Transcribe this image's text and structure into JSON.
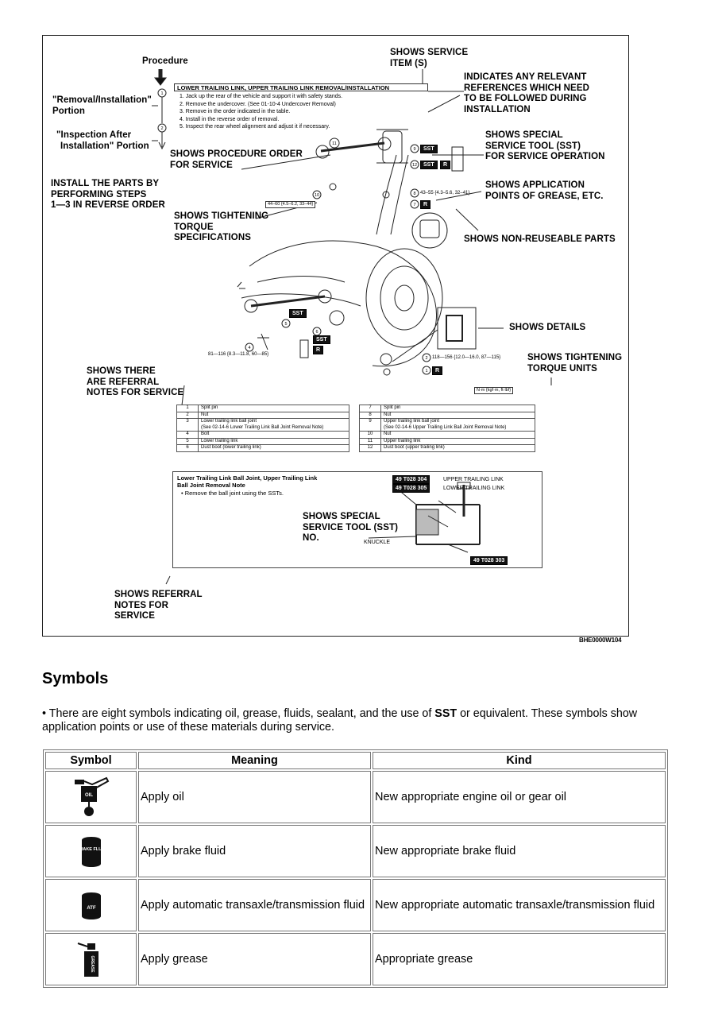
{
  "figure": {
    "callouts": {
      "procedure": "Procedure",
      "removal_installation": [
        "\"Removal/Installation\"",
        "Portion"
      ],
      "inspection_after": [
        "\"Inspection After",
        "Installation\" Portion"
      ],
      "install_reverse": [
        "INSTALL THE PARTS BY",
        "PERFORMING STEPS",
        "1—3 IN REVERSE ORDER"
      ],
      "shows_service_item": [
        "SHOWS SERVICE",
        "ITEM (S)"
      ],
      "indicates_references": [
        "INDICATES ANY RELEVANT",
        "REFERENCES WHICH NEED",
        "TO BE FOLLOWED DURING",
        "INSTALLATION"
      ],
      "shows_sst": [
        "SHOWS SPECIAL",
        "SERVICE TOOL (SST)",
        "FOR SERVICE OPERATION"
      ],
      "shows_procedure_order": [
        "SHOWS PROCEDURE ORDER",
        "FOR SERVICE"
      ],
      "shows_application": [
        "SHOWS APPLICATION",
        "POINTS OF GREASE, ETC."
      ],
      "shows_tightening_spec": [
        "SHOWS TIGHTENING",
        "TORQUE",
        "SPECIFICATIONS"
      ],
      "shows_nonreuseable": "SHOWS NON-REUSEABLE PARTS",
      "shows_details": "SHOWS DETAILS",
      "shows_torque_units": [
        "SHOWS TIGHTENING",
        "TORQUE UNITS"
      ],
      "shows_referral_there": [
        "SHOWS THERE",
        "ARE REFERRAL",
        "NOTES FOR SERVICE"
      ],
      "shows_sst_no": [
        "SHOWS SPECIAL",
        "SERVICE TOOL (SST)",
        "NO."
      ],
      "shows_referral_notes": [
        "SHOWS REFERRAL",
        "NOTES FOR",
        "SERVICE"
      ]
    },
    "procedure_title": "LOWER TRAILING LINK, UPPER TRAILING LINK REMOVAL/INSTALLATION",
    "procedure_steps": [
      "1. Jack up the rear of the vehicle and support it with safety stands.",
      "2. Remove the undercover. (See 01-10-4 Undercover Removal)",
      "3. Remove in the order indicated in the table.",
      "4. Install in the reverse order of removal.",
      "5. Inspect the rear wheel alignment and adjust it if necessary."
    ],
    "torques": {
      "t10": "44–60 {4.5–6.2, 33–44}",
      "t8": "43–55 {4.3–5.6, 32–41}",
      "t4": "81—116 {8.3—11.8, 60—85}",
      "t2": "118—156 {12.0—16.0, 87—115}",
      "units": "N·m {kgf·m, ft·lbf}"
    },
    "badges": {
      "sst": "SST",
      "r": "R"
    },
    "parts_left": [
      {
        "n": "1",
        "name": "Split pin"
      },
      {
        "n": "2",
        "name": "Nut"
      },
      {
        "n": "3",
        "name": "Lower trailing link ball joint",
        "note": "(See 02-14-6 Lower Trailing Link Ball Joint Removal Note)"
      },
      {
        "n": "4",
        "name": "Bolt"
      },
      {
        "n": "5",
        "name": "Lower trailing link"
      },
      {
        "n": "6",
        "name": "Dust boot (lower trailing link)"
      }
    ],
    "parts_right": [
      {
        "n": "7",
        "name": "Split pin"
      },
      {
        "n": "8",
        "name": "Nut"
      },
      {
        "n": "9",
        "name": "Upper trailing link ball joint",
        "note": "(See 02-14-6 Upper Trailing Link Ball Joint Removal Note)"
      },
      {
        "n": "10",
        "name": "Nut"
      },
      {
        "n": "11",
        "name": "Upper trailing link"
      },
      {
        "n": "12",
        "name": "Dust boot (upper trailing link)"
      }
    ],
    "note": {
      "title": [
        "Lower Trailing Link Ball Joint, Upper Trailing Link",
        "Ball Joint Removal Note"
      ],
      "bullet": "Remove the ball joint using the SSTs.",
      "sst1": "49 T028 304",
      "sst1_label": "UPPER TRAILING LINK",
      "sst2": "49 T028 305",
      "sst2_label": "LOWER TRAILING LINK",
      "knuckle": "KNUCKLE",
      "sst3": "49 T028 303"
    },
    "caption": "BHE0000W104"
  },
  "symbols": {
    "heading": "Symbols",
    "intro_pre": "• There are eight symbols indicating oil, grease, fluids, sealant, and the use of ",
    "intro_bold": "SST",
    "intro_post": " or equivalent. These symbols show application points or use of these materials during service.",
    "headers": [
      "Symbol",
      "Meaning",
      "Kind"
    ],
    "rows": [
      {
        "icon": "oil-can-icon",
        "icon_text": "OIL",
        "meaning": "Apply oil",
        "kind": "New appropriate engine oil or gear oil"
      },
      {
        "icon": "brake-fluid-icon",
        "icon_text": "BRAKE FLUID",
        "meaning": "Apply brake fluid",
        "kind": "New appropriate brake fluid"
      },
      {
        "icon": "atf-icon",
        "icon_text": "ATF",
        "meaning": "Apply automatic transaxle/transmission fluid",
        "kind": "New appropriate automatic transaxle/transmission fluid"
      },
      {
        "icon": "grease-icon",
        "icon_text": "GREASE",
        "meaning": "Apply grease",
        "kind": "Appropriate grease"
      }
    ]
  }
}
